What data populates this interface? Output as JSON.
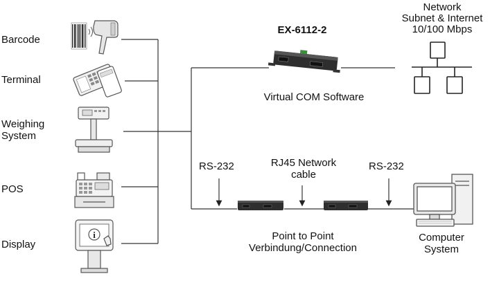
{
  "devices": {
    "barcode": "Barcode",
    "terminal": "Terminal",
    "weighing": "Weighing\nSystem",
    "pos": "POS",
    "display": "Display"
  },
  "hub": {
    "model": "EX-6112-2",
    "software": "Virtual COM Software"
  },
  "network": {
    "label": "Network\nSubnet & Internet\n10/100 Mbps"
  },
  "link": {
    "rs232_left": "RS-232",
    "rs232_right": "RS-232",
    "cable": "RJ45 Network\ncable",
    "caption": "Point to Point\nVerbindung/Connection"
  },
  "computer": {
    "label": "Computer\nSystem"
  },
  "icons": [
    "barcode-scanner-icon",
    "card-terminal-icon",
    "weighing-scale-icon",
    "cash-register-icon",
    "touch-kiosk-icon",
    "network-tree-icon",
    "serial-server-icon",
    "computer-icon"
  ]
}
